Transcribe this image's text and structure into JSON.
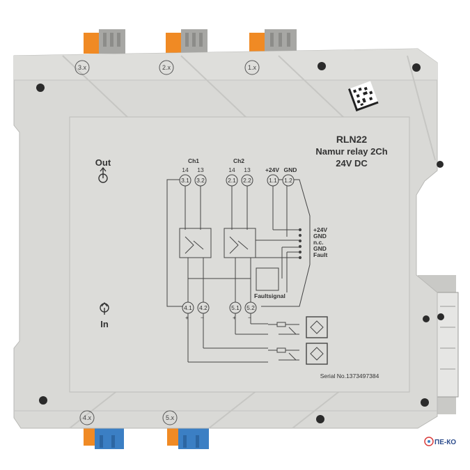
{
  "device": {
    "model": "RLN22",
    "description": "Namur relay 2Ch",
    "voltage": "24V DC",
    "serial": "Serial No.1373497384"
  },
  "side_labels": {
    "out": "Out",
    "in": "In"
  },
  "slots": {
    "top": [
      "3.x",
      "2.x",
      "1.x"
    ],
    "bottom": [
      "4.x",
      "5.x"
    ]
  },
  "diagram": {
    "ch1": "Ch1",
    "ch2": "Ch2",
    "ch1_pins": [
      "14",
      "13"
    ],
    "ch2_pins": [
      "14",
      "13"
    ],
    "power_pins": [
      "+24V",
      "GND"
    ],
    "top_terminals": [
      "3.1",
      "3.2",
      "2.1",
      "2.2",
      "1.1",
      "1.2"
    ],
    "bottom_terminals": [
      "4.1",
      "4.2",
      "5.1",
      "5.2"
    ],
    "bus_labels": [
      "+24V",
      "GND",
      "n.c.",
      "GND",
      "Fault"
    ],
    "faultsignal": "Faultsignal",
    "polarity": [
      "+",
      "−",
      "+",
      "−"
    ]
  },
  "watermark": {
    "text": "ПЕ-КО"
  },
  "colors": {
    "housing": "#d9d9d6",
    "accent_orange": "#f08a24",
    "accent_blue": "#3b7fc4",
    "connector_grey": "#a7a7a4"
  }
}
